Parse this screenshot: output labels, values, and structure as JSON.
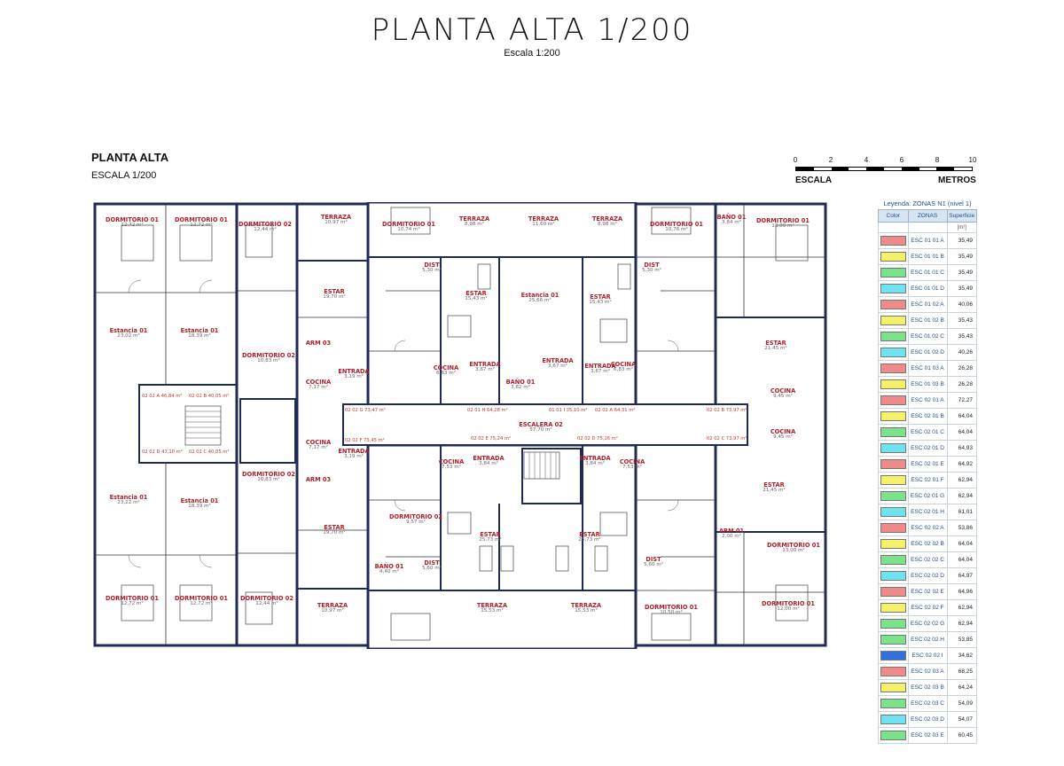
{
  "header": {
    "title": "PLANTA ALTA 1/200",
    "subtitle": "Escala 1:200"
  },
  "plan": {
    "title": "PLANTA ALTA",
    "scale": "ESCALA 1/200"
  },
  "scalebar": {
    "ticks": [
      "0",
      "2",
      "4",
      "6",
      "8",
      "10"
    ],
    "left_label": "ESCALA",
    "right_label": "METROS"
  },
  "rooms": [
    {
      "name": "DORMITORIO 01",
      "area": "12,72 m²"
    },
    {
      "name": "DORMITORIO 01",
      "area": "12,72 m²"
    },
    {
      "name": "DORMITORIO 02",
      "area": "12,44 m²"
    },
    {
      "name": "TERRAZA",
      "area": "10,97 m²"
    },
    {
      "name": "DORMITORIO 01",
      "area": "10,74 m²"
    },
    {
      "name": "TERRAZA",
      "area": "8,98 m²"
    },
    {
      "name": "TERRAZA",
      "area": "11,60 m²"
    },
    {
      "name": "TERRAZA",
      "area": "8,98 m²"
    },
    {
      "name": "DORMITORIO 01",
      "area": "10,76 m²"
    },
    {
      "name": "BAÑO 01",
      "area": "3,84 m²"
    },
    {
      "name": "DORMITORIO 01",
      "area": "13,00 m²"
    },
    {
      "name": "Estancia 01",
      "area": "23,02 m²"
    },
    {
      "name": "Estancia 01",
      "area": "18,39 m²"
    },
    {
      "name": "ESTAR",
      "area": "19,70 m²"
    },
    {
      "name": "Estancia 01",
      "area": "25,66 m²"
    },
    {
      "name": "ESTAR",
      "area": "15,43 m²"
    },
    {
      "name": "ESTAR",
      "area": "15,43 m²"
    },
    {
      "name": "ESTAR",
      "area": "21,45 m²"
    },
    {
      "name": "DORMITORIO 02",
      "area": "10,83 m²"
    },
    {
      "name": "ENTRADA",
      "area": "3,19 m²"
    },
    {
      "name": "COCINA",
      "area": "7,17 m²"
    },
    {
      "name": "COCINA",
      "area": "6,83 m²"
    },
    {
      "name": "ENTRADA",
      "area": "3,67 m²"
    },
    {
      "name": "BAÑO 01",
      "area": "3,82 m²"
    },
    {
      "name": "ENTRADA",
      "area": "3,67 m²"
    },
    {
      "name": "ENTRADA",
      "area": "3,67 m²"
    },
    {
      "name": "COCINA",
      "area": "6,83 m²"
    },
    {
      "name": "COCINA",
      "area": "9,45 m²"
    },
    {
      "name": "ESCALERA 02",
      "area": "57,70 m²"
    },
    {
      "name": "COCINA",
      "area": "7,17 m²"
    },
    {
      "name": "ENTRADA",
      "area": "3,19 m²"
    },
    {
      "name": "COCINA",
      "area": "7,53 m²"
    },
    {
      "name": "ENTRADA",
      "area": "3,84 m²"
    },
    {
      "name": "ENTRADA",
      "area": "3,84 m²"
    },
    {
      "name": "COCINA",
      "area": "7,53 m²"
    },
    {
      "name": "COCINA",
      "area": "9,45 m²"
    },
    {
      "name": "Estancia 01",
      "area": "23,22 m²"
    },
    {
      "name": "Estancia 01",
      "area": "18,39 m²"
    },
    {
      "name": "DORMITORIO 02",
      "area": "10,83 m²"
    },
    {
      "name": "ESTAR",
      "area": "21,45 m²"
    },
    {
      "name": "ESTAR",
      "area": "19,70 m²"
    },
    {
      "name": "ESTAR",
      "area": "25,73 m²"
    },
    {
      "name": "ESTAR",
      "area": "25,73 m²"
    },
    {
      "name": "DORMITORIO 02",
      "area": "9,57 m²"
    },
    {
      "name": "DORMITORIO 01",
      "area": "13,00 m²"
    },
    {
      "name": "BAÑO 01",
      "area": "4,40 m²"
    },
    {
      "name": "TERRAZA",
      "area": "10,97 m²"
    },
    {
      "name": "TERRAZA",
      "area": "15,53 m²"
    },
    {
      "name": "TERRAZA",
      "area": "15,53 m²"
    },
    {
      "name": "DORMITORIO 01",
      "area": "12,72 m²"
    },
    {
      "name": "DORMITORIO 01",
      "area": "12,72 m²"
    },
    {
      "name": "DORMITORIO 02",
      "area": "12,44 m²"
    },
    {
      "name": "DORMITORIO 01",
      "area": "10,50 m²"
    },
    {
      "name": "DORMITORIO 01",
      "area": "12,00 m²"
    },
    {
      "name": "ARM 01",
      "area": "2,00 m²"
    },
    {
      "name": "ARM 03",
      "area": ""
    },
    {
      "name": "ARM 03",
      "area": ""
    },
    {
      "name": "DIST",
      "area": "5,30 m²"
    },
    {
      "name": "DIST",
      "area": "5,30 m²"
    },
    {
      "name": "DIST",
      "area": "5,60 m²"
    },
    {
      "name": "DIST",
      "area": "5,60 m²"
    }
  ],
  "area_tags": [
    "02 02 A 46,84 m²",
    "02 02 B 40,05 m²",
    "02 02 D 47,10 m²",
    "02 02 C 40,05 m²",
    "02 02 G 73,47 m²",
    "02 01 H 64,28 m²",
    "01 01 I 35,10 m²",
    "02 02 A 64,31 m²",
    "02 02 B 73,97 m²",
    "02 02 F 73,45 m²",
    "02 02 E 75,24 m²",
    "02 02 D 75,16 m²",
    "02 02 C 73,97 m²"
  ],
  "legend": {
    "title": "Leyenda: ZONAS N1 (nivel 1)",
    "headers": [
      "Color",
      "ZONAS",
      "Superficie"
    ],
    "unit": "[m²]",
    "rows": [
      {
        "zone": "ESC 01 01 A",
        "value": "35,49",
        "color": "#f08a8a"
      },
      {
        "zone": "ESC 01 01 B",
        "value": "35,49",
        "color": "#f5f06a"
      },
      {
        "zone": "ESC 01 01 C",
        "value": "35,49",
        "color": "#7ae38a"
      },
      {
        "zone": "ESC 01 01 D",
        "value": "35,49",
        "color": "#6fe3f0"
      },
      {
        "zone": "ESC 01 02 A",
        "value": "40,06",
        "color": "#f08a8a"
      },
      {
        "zone": "ESC 01 02 B",
        "value": "35,43",
        "color": "#f5f06a"
      },
      {
        "zone": "ESC 01 02 C",
        "value": "35,43",
        "color": "#7ae38a"
      },
      {
        "zone": "ESC 01 02 D",
        "value": "40,26",
        "color": "#6fe3f0"
      },
      {
        "zone": "ESC 01 03 A",
        "value": "26,28",
        "color": "#f08a8a"
      },
      {
        "zone": "ESC 01 03 B",
        "value": "26,28",
        "color": "#f5f06a"
      },
      {
        "zone": "ESC 02 01 A",
        "value": "72,27",
        "color": "#f08a8a"
      },
      {
        "zone": "ESC 02 01 B",
        "value": "64,04",
        "color": "#f5f06a"
      },
      {
        "zone": "ESC 02 01 C",
        "value": "64,04",
        "color": "#7ae38a"
      },
      {
        "zone": "ESC 02 01 D",
        "value": "64,93",
        "color": "#6fe3f0"
      },
      {
        "zone": "ESC 02 01 E",
        "value": "64,92",
        "color": "#f08a8a"
      },
      {
        "zone": "ESC 02 01 F",
        "value": "62,94",
        "color": "#f5f06a"
      },
      {
        "zone": "ESC 02 01 G",
        "value": "62,94",
        "color": "#7ae38a"
      },
      {
        "zone": "ESC 02 01 H",
        "value": "61,01",
        "color": "#6fe3f0"
      },
      {
        "zone": "ESC 02 02 A",
        "value": "53,86",
        "color": "#f08a8a"
      },
      {
        "zone": "ESC 02 02 B",
        "value": "64,04",
        "color": "#f5f06a"
      },
      {
        "zone": "ESC 02 02 C",
        "value": "64,04",
        "color": "#7ae38a"
      },
      {
        "zone": "ESC 02 02 D",
        "value": "64,97",
        "color": "#6fe3f0"
      },
      {
        "zone": "ESC 02 02 E",
        "value": "64,96",
        "color": "#f08a8a"
      },
      {
        "zone": "ESC 02 02 F",
        "value": "62,94",
        "color": "#f5f06a"
      },
      {
        "zone": "ESC 02 02 G",
        "value": "62,94",
        "color": "#7ae38a"
      },
      {
        "zone": "ESC 02 02 H",
        "value": "53,85",
        "color": "#7ae38a"
      },
      {
        "zone": "ESC 02 02 I",
        "value": "34,62",
        "color": "#2f6fe0"
      },
      {
        "zone": "ESC 02 03 A",
        "value": "68,25",
        "color": "#f08a8a"
      },
      {
        "zone": "ESC 02 03 B",
        "value": "64,24",
        "color": "#f5f06a"
      },
      {
        "zone": "ESC 02 03 C",
        "value": "54,09",
        "color": "#7ae38a"
      },
      {
        "zone": "ESC 02 03 D",
        "value": "54,07",
        "color": "#6fe3f0"
      },
      {
        "zone": "ESC 02 03 E",
        "value": "60,45",
        "color": "#7ae38a"
      }
    ]
  }
}
